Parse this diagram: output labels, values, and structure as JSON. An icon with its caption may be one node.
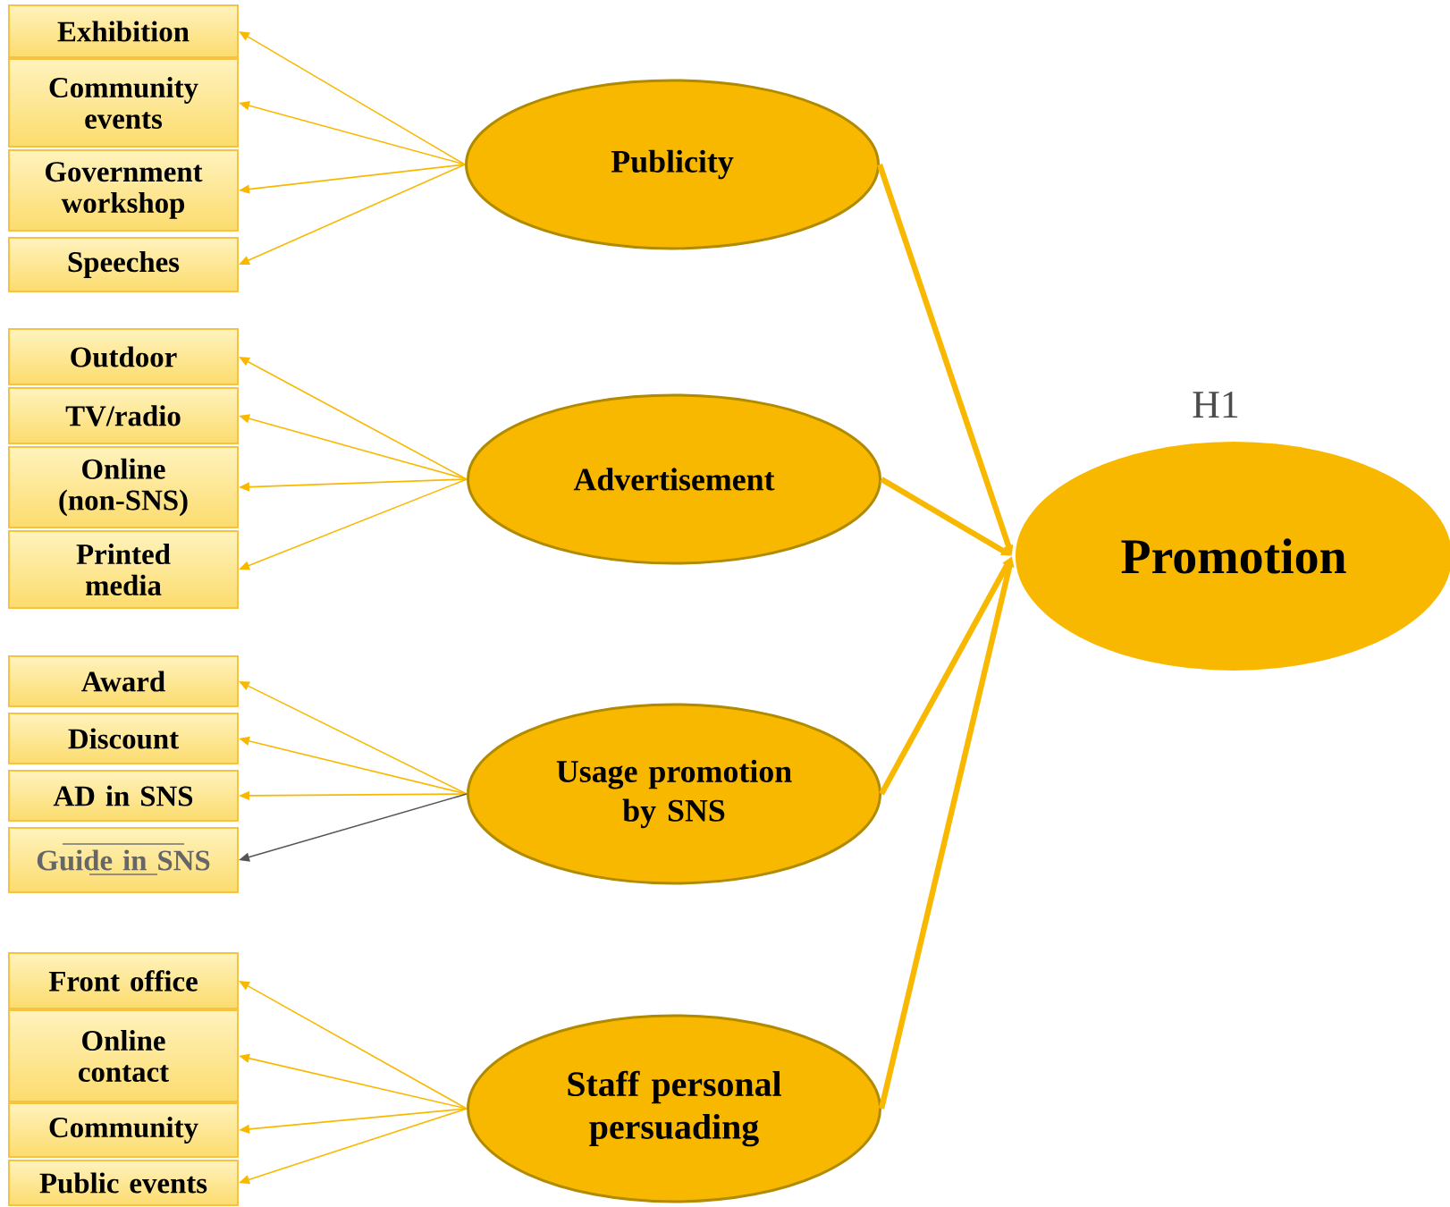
{
  "diagram": {
    "nodes": [
      {
        "text": [
          "Exhibition"
        ]
      },
      {
        "text": [
          "Community events"
        ]
      },
      {
        "text": [
          "Government workshop"
        ]
      },
      {
        "text": [
          "Speeches"
        ]
      },
      {
        "text": [
          "Publicity"
        ]
      },
      {
        "text": [
          "Outdoor"
        ]
      },
      {
        "text": [
          "TV/radio"
        ]
      },
      {
        "text": [
          "Online (non-SNS)"
        ]
      },
      {
        "text": [
          "Printed media"
        ]
      },
      {
        "text": [
          "Advertisement"
        ]
      },
      {
        "text": [
          "Award"
        ]
      },
      {
        "text": [
          "Discount"
        ]
      },
      {
        "text": [
          "AD in SNS"
        ]
      },
      {
        "text": [
          "Guide in SNS"
        ]
      },
      {
        "text": [
          "Usage promotion by SNS"
        ]
      },
      {
        "text": [
          "Front office"
        ]
      },
      {
        "text": [
          "Online contact"
        ]
      },
      {
        "text": [
          "Community"
        ]
      },
      {
        "text": [
          "Public events"
        ]
      },
      {
        "text": [
          "Staff personal persuading"
        ]
      },
      {
        "text": [
          "Promotion"
        ],
        "beside": [
          "H1"
        ]
      }
    ],
    "edges": [
      {
        "from": 4,
        "to": 0,
        "arrow": "to"
      },
      {
        "from": 4,
        "to": 1,
        "arrow": "to"
      },
      {
        "from": 4,
        "to": 2,
        "arrow": "to"
      },
      {
        "from": 4,
        "to": 3,
        "arrow": "to"
      },
      {
        "from": 9,
        "to": 5,
        "arrow": "to"
      },
      {
        "from": 9,
        "to": 6,
        "arrow": "to"
      },
      {
        "from": 9,
        "to": 7,
        "arrow": "to"
      },
      {
        "from": 9,
        "to": 8,
        "arrow": "to"
      },
      {
        "from": 14,
        "to": 10,
        "arrow": "to"
      },
      {
        "from": 14,
        "to": 11,
        "arrow": "to"
      },
      {
        "from": 14,
        "to": 12,
        "arrow": "to"
      },
      {
        "from": 14,
        "to": 13,
        "arrow": "to",
        "color": "#555555"
      },
      {
        "from": 19,
        "to": 15,
        "arrow": "to"
      },
      {
        "from": 19,
        "to": 16,
        "arrow": "to"
      },
      {
        "from": 19,
        "to": 17,
        "arrow": "to"
      },
      {
        "from": 19,
        "to": 18,
        "arrow": "to"
      },
      {
        "from": 4,
        "to": 20,
        "arrow": "to",
        "style": "thick"
      },
      {
        "from": 9,
        "to": 20,
        "arrow": "to",
        "style": "thick"
      },
      {
        "from": 14,
        "to": 20,
        "arrow": "to",
        "style": "thick"
      },
      {
        "from": 19,
        "to": 20,
        "arrow": "to",
        "style": "thick"
      }
    ]
  }
}
